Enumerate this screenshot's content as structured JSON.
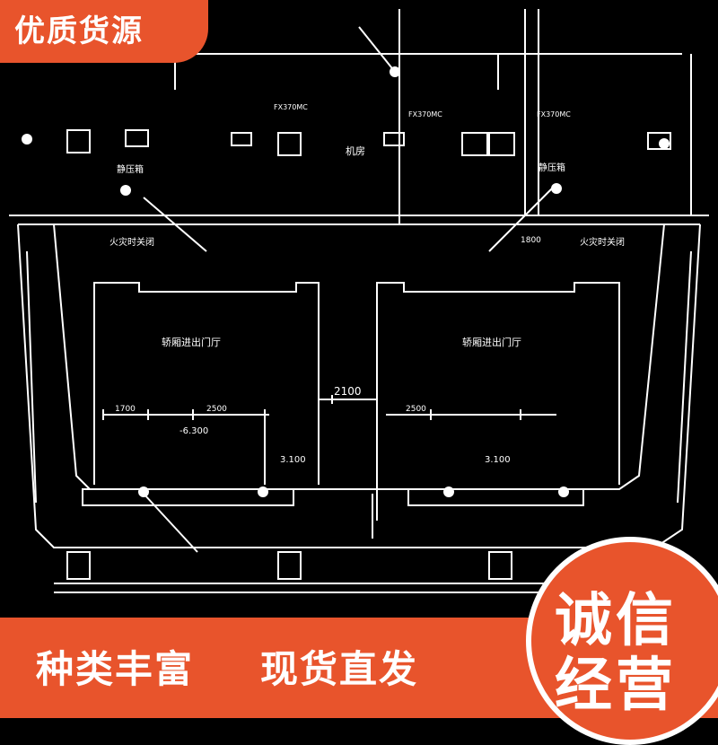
{
  "badge": {
    "label": "优质货源"
  },
  "drawing": {
    "room_top": "机房",
    "room_left": "轿厢进出门厅",
    "room_right": "轿厢进出门厅",
    "dim_center": "2100",
    "dim_left_a": "1700",
    "dim_left_b": "2500",
    "dim_right_a": "2500",
    "dim_right_b": "1800",
    "level_left": "-6.300",
    "level_mid_left": "3.100",
    "level_mid_right": "3.100",
    "label_fire_left": "火灾时关闭",
    "label_fire_right": "火灾时关闭",
    "label_fan_left": "FX370MC",
    "label_fan_mid": "FX370MC",
    "label_fan_right": "FX370MC",
    "label_jx_left": "静压箱",
    "label_jx_right": "静压箱"
  },
  "slogans": {
    "left": "种类丰富",
    "right": "现货直发"
  },
  "seal": {
    "line1": "诚信",
    "line2": "经营"
  },
  "colors": {
    "accent": "#e8542c",
    "background": "#000000",
    "line": "#ffffff"
  }
}
